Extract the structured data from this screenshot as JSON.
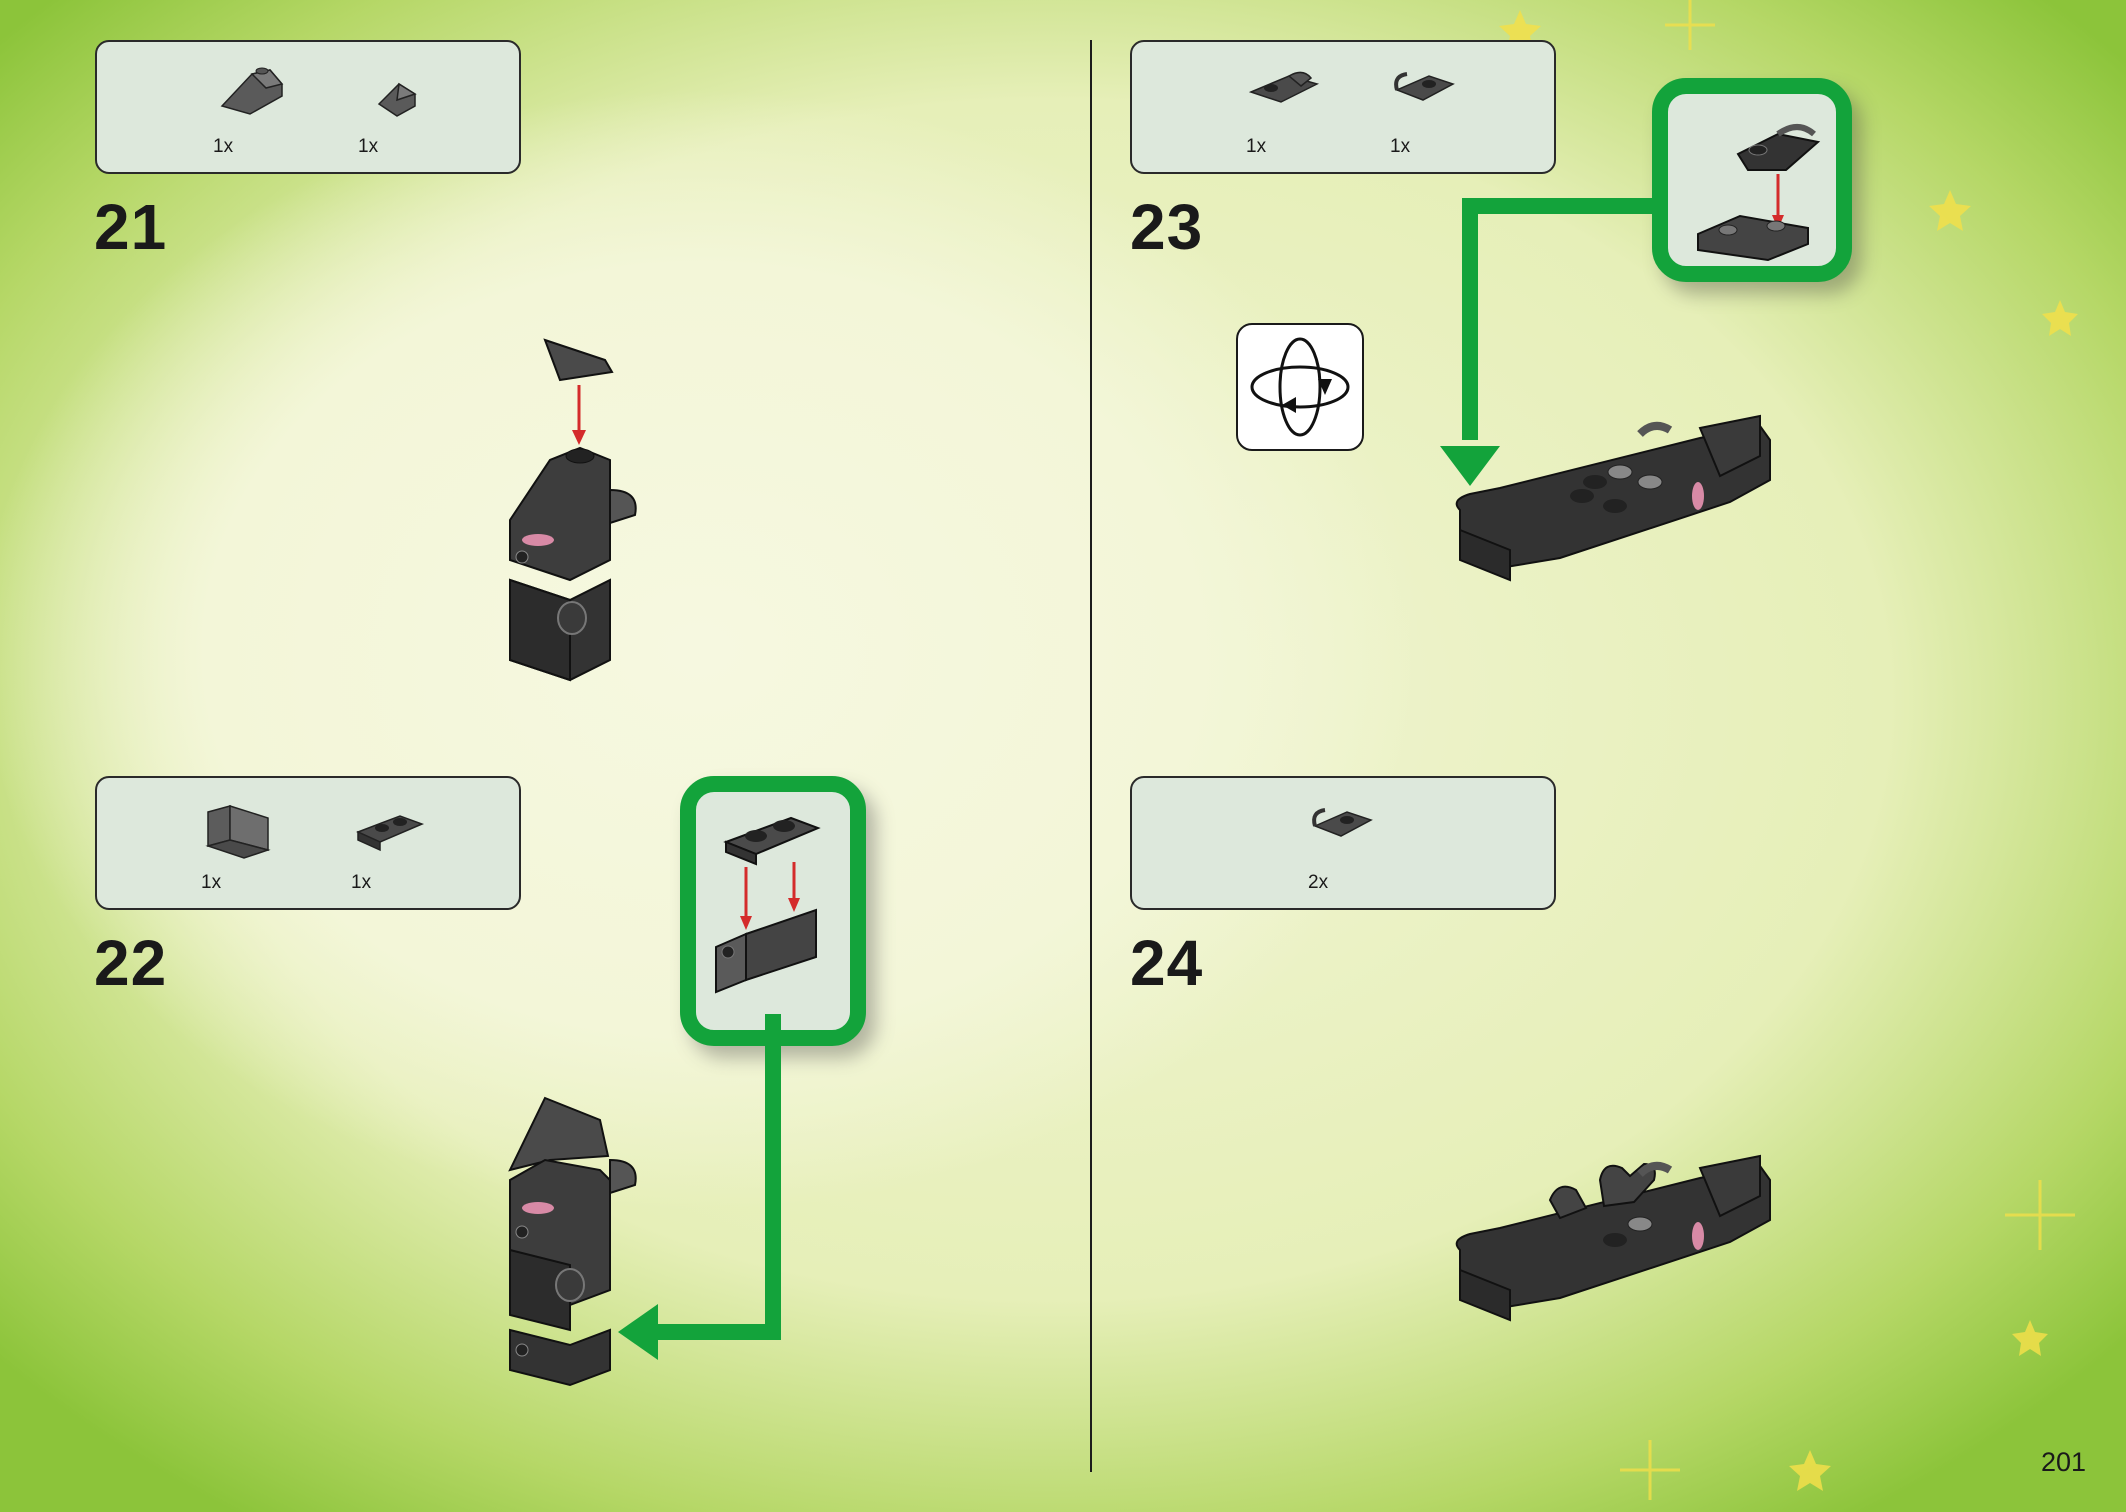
{
  "steps": [
    {
      "number": "21",
      "parts": [
        {
          "name": "slope-1x2-dark-grey",
          "qty": "1x"
        },
        {
          "name": "slope-1x1-dark-grey",
          "qty": "1x"
        }
      ]
    },
    {
      "number": "22",
      "parts": [
        {
          "name": "bracket-1x2-dark-grey",
          "qty": "1x"
        },
        {
          "name": "plate-1x2-with-pin-dark-grey",
          "qty": "1x"
        }
      ]
    },
    {
      "number": "23",
      "parts": [
        {
          "name": "plate-with-clip-dark-grey",
          "qty": "1x"
        },
        {
          "name": "plate-with-bar-dark-grey",
          "qty": "1x"
        }
      ]
    },
    {
      "number": "24",
      "parts": [
        {
          "name": "plate-with-clip-dark-grey",
          "qty": "2x"
        }
      ]
    }
  ],
  "page_number": "201",
  "icons": [
    "rotate-model-icon"
  ],
  "colors": {
    "callout_border": "#13a33b",
    "parts_box": "#dde8dc",
    "brick": "#3d3d3d",
    "arrow": "#d42b2b"
  }
}
